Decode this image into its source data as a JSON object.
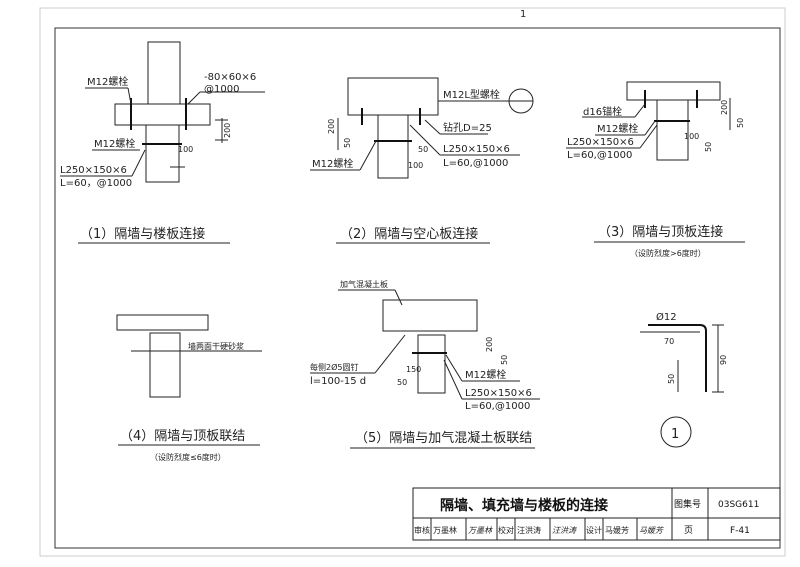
{
  "page_number": "1",
  "details": {
    "d1": {
      "caption": "（1）隔墙与楼板连接",
      "bolt_top": "M12螺栓",
      "plate": "-80×60×6",
      "plate_spacing": "@1000",
      "dim_200": "200",
      "dim_100": "100",
      "bolt_bottom": "M12螺栓",
      "angle": "L250×150×6",
      "angle_spacing": "L=60，@1000"
    },
    "d2": {
      "caption": "（2）隔墙与空心板连接",
      "l_bolt": "M12L型螺栓",
      "drill": "钻孔D=25",
      "angle": "L250×150×6",
      "angle_spacing": "L=60,@1000",
      "bolt": "M12螺栓",
      "dim_200": "200",
      "dim_50a": "50",
      "dim_50b": "50",
      "dim_100": "100"
    },
    "d3": {
      "caption": "（3）隔墙与顶板连接",
      "note": "（设防烈度>6度时）",
      "anchor": "d16锚栓",
      "bolt": "M12螺栓",
      "angle": "L250×150×6",
      "angle_spacing": "L=60,@1000",
      "dim_200": "200",
      "dim_50a": "50",
      "dim_100": "100",
      "dim_50b": "50"
    },
    "d4": {
      "caption": "（4）隔墙与顶板联结",
      "note": "（设防烈度≤6度时）",
      "mortar": "墙两面干硬砂浆"
    },
    "d5": {
      "caption": "（5）隔墙与加气混凝土板联结",
      "panel": "加气混凝土板",
      "nails": "每侧2Ø5圆钉",
      "nail_len": "l=100-15 d",
      "bolt": "M12螺栓",
      "angle": "L250×150×6",
      "angle_spacing": "L=60,@1000",
      "dim_200": "200",
      "dim_50a": "50",
      "dim_150": "150",
      "dim_50b": "50"
    },
    "d6": {
      "label": "1",
      "dia": "Ø12",
      "dim_70": "70",
      "dim_90": "90",
      "dim_50": "50"
    }
  },
  "title_block": {
    "title": "隔墙、填充墙与楼板的连接",
    "atlas_label": "图集号",
    "atlas_no": "03SG611",
    "review_label": "审核",
    "reviewer": "万墨林",
    "review_sign": "万墨林",
    "check_label": "校对",
    "checker": "汪洪涛",
    "check_sign": "汪洪涛",
    "design_label": "设计",
    "designer": "马媛芳",
    "design_sign": "马媛芳",
    "page_label": "页",
    "page_no": "F-41"
  }
}
